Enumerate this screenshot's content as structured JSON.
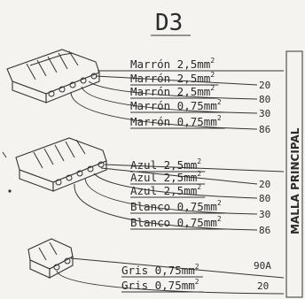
{
  "title": "D3",
  "side_label": "MALLA PRINCIPAL",
  "groups": [
    {
      "wires": [
        {
          "label": "Marrón 2,5mm",
          "sup": "2",
          "num": ""
        },
        {
          "label": "Marrón 2,5mm",
          "sup": "2",
          "num": "20"
        },
        {
          "label": "Marrón 2,5mm",
          "sup": "2",
          "num": "80"
        },
        {
          "label": "Marrón 0,75mm",
          "sup": "2",
          "num": "30"
        },
        {
          "label": "Marrón 0,75mm",
          "sup": "2",
          "num": "86"
        }
      ]
    },
    {
      "wires": [
        {
          "label": "Azul 2,5mm",
          "sup": "2",
          "num": ""
        },
        {
          "label": "Azul 2,5mm",
          "sup": "2",
          "num": "20"
        },
        {
          "label": "Azul 2,5mm",
          "sup": "2",
          "num": "80"
        },
        {
          "label": "Blanco 0,75mm",
          "sup": "2",
          "num": "30"
        },
        {
          "label": "Blanco 0,75mm",
          "sup": "2",
          "num": "86"
        }
      ]
    },
    {
      "wires": [
        {
          "label": "Gris 0,75mm",
          "sup": "2",
          "num": "90A"
        },
        {
          "label": "Gris 0,75mm",
          "sup": "2",
          "num": "20"
        }
      ]
    }
  ]
}
